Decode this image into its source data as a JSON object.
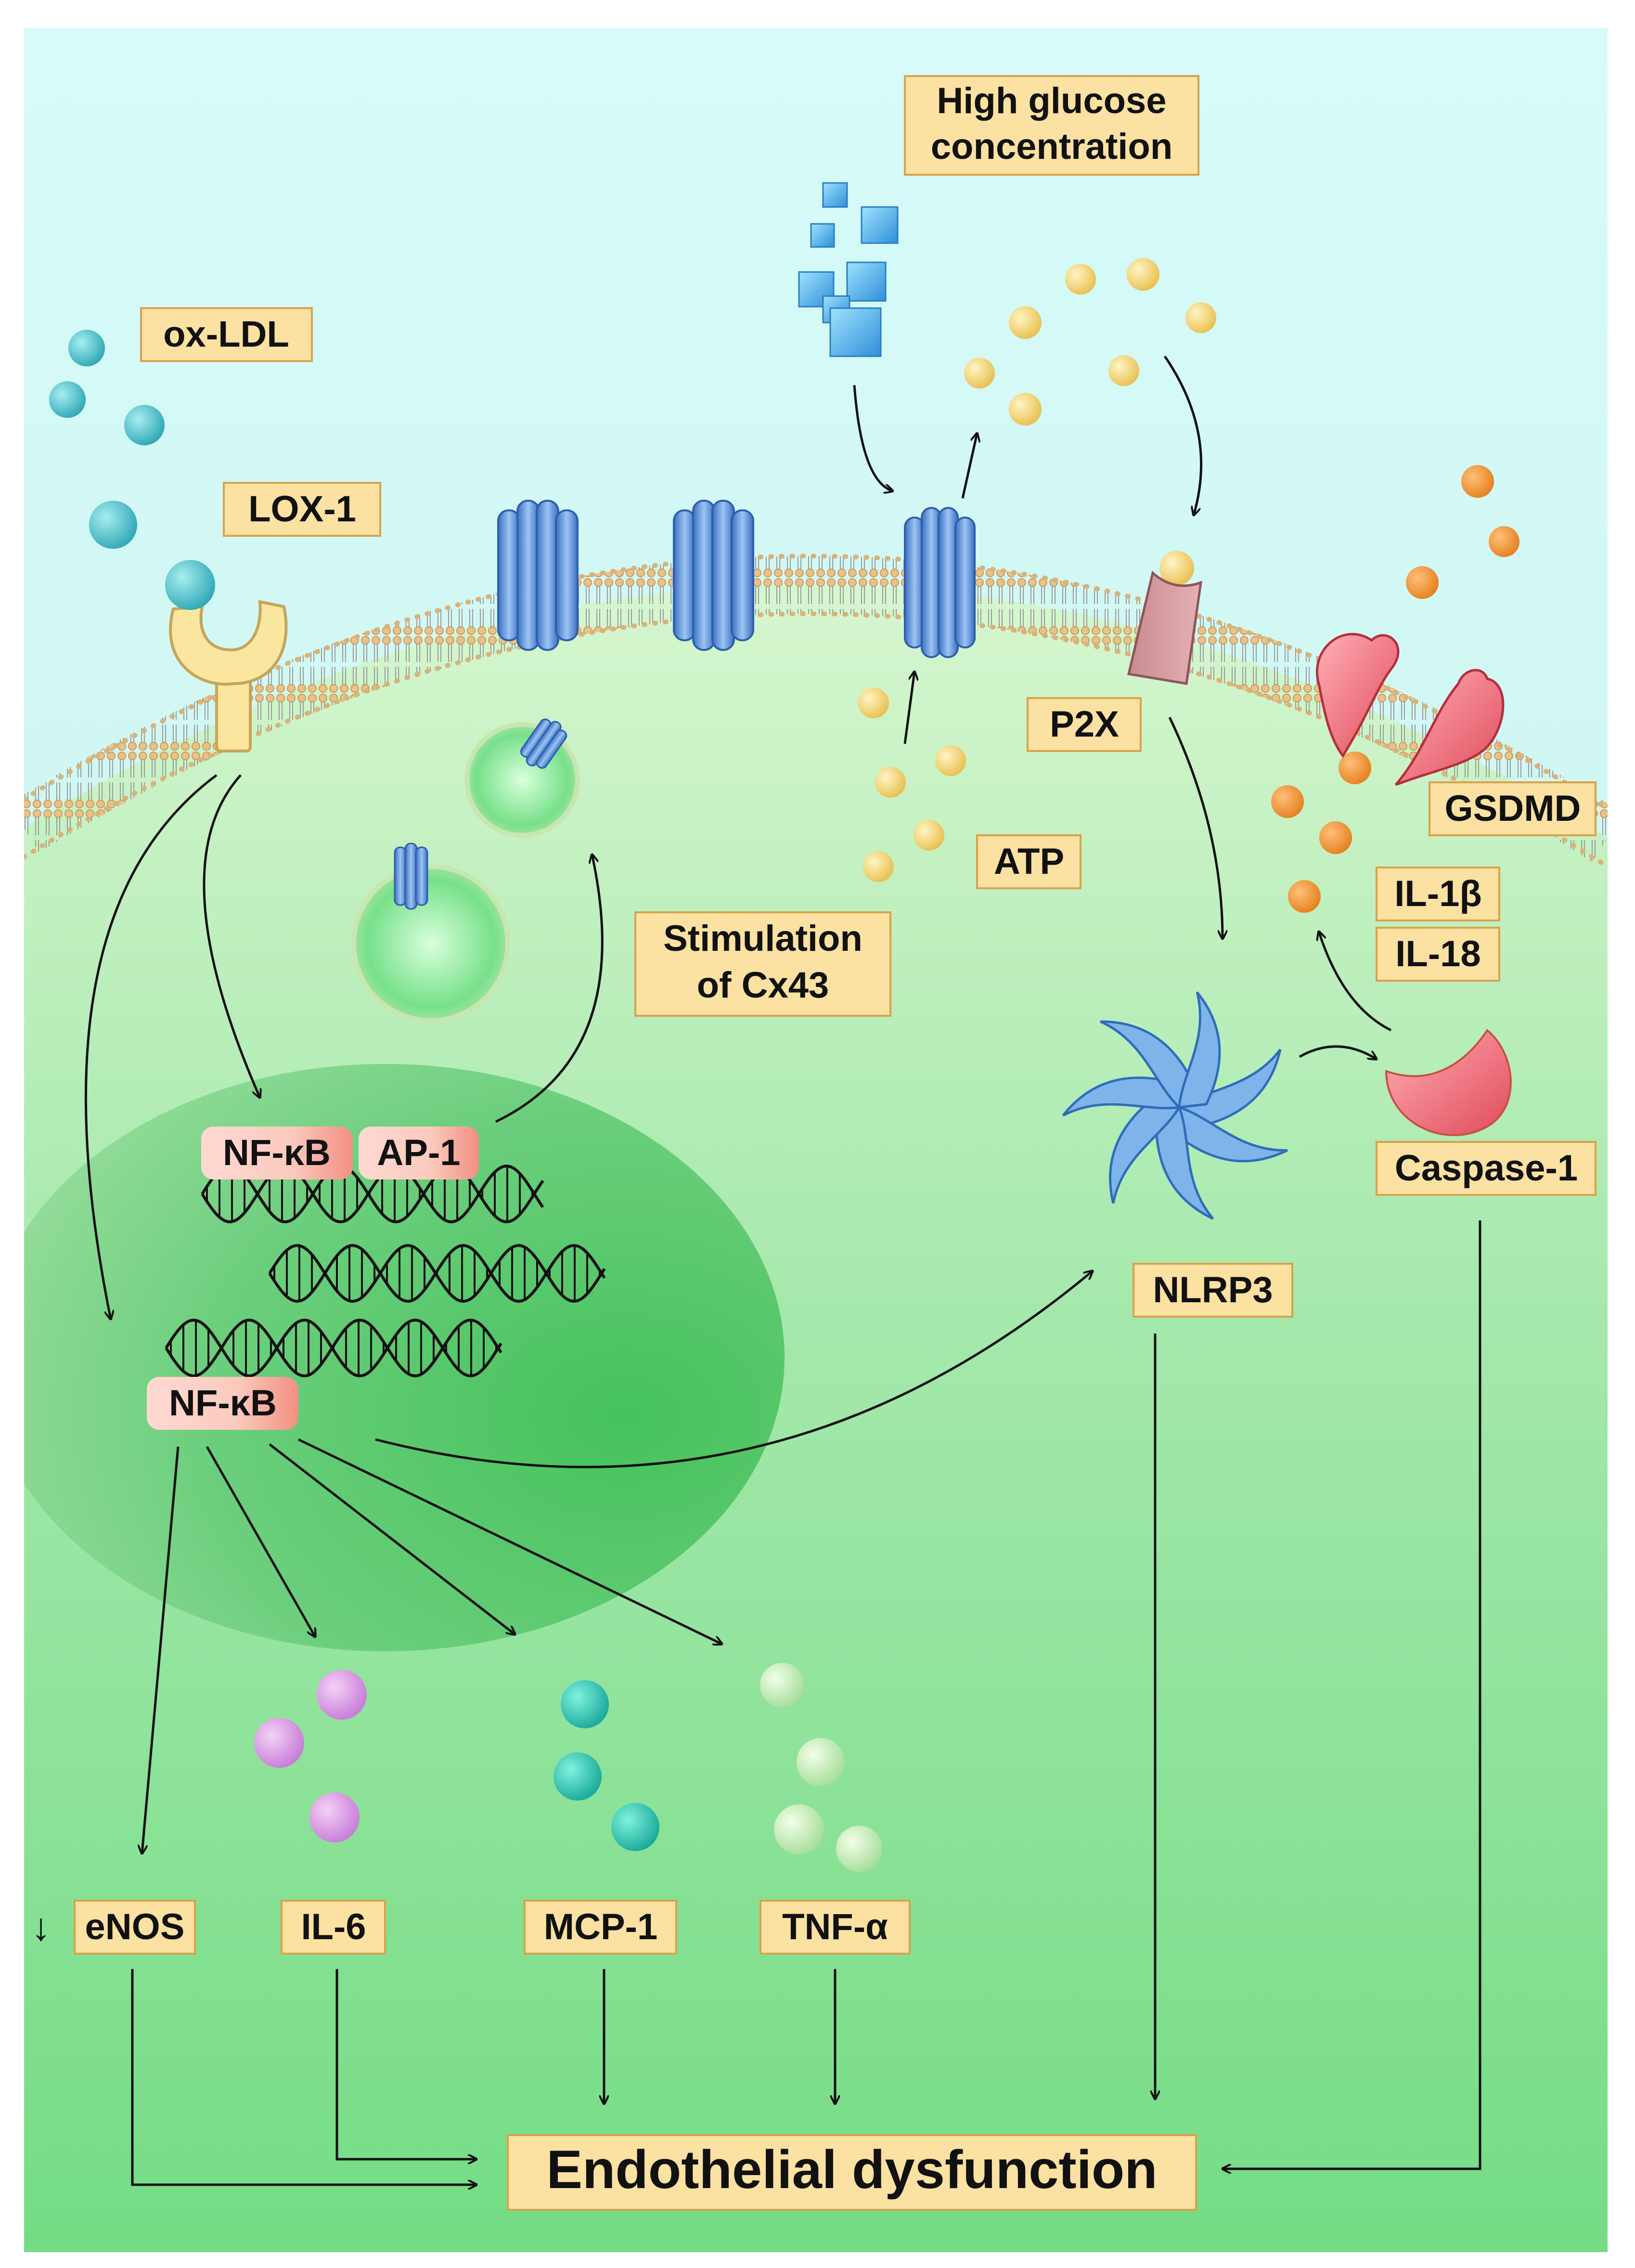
{
  "labels": {
    "high_glucose_line1": "High glucose",
    "high_glucose_line2": "concentration",
    "ox_ldl": "ox-LDL",
    "lox1": "LOX-1",
    "p2x": "P2X",
    "gsdmd": "GSDMD",
    "atp": "ATP",
    "il1b": "IL-1β",
    "il18": "IL-18",
    "stim_line1": "Stimulation",
    "stim_line2": "of Cx43",
    "nfkb_top": "NF-κB",
    "ap1": "AP-1",
    "nfkb_bottom": "NF-κB",
    "nlrp3": "NLRP3",
    "caspase1": "Caspase-1",
    "enos": "eNOS",
    "enos_arrow": "↓",
    "il6": "IL-6",
    "mcp1": "MCP-1",
    "tnfa": "TNF-α",
    "endo": "Endothelial dysfunction"
  },
  "icons": [
    "glucose-cube-icon",
    "ox-ldl-particle-icon",
    "lox1-receptor-icon",
    "cx43-channel-icon",
    "vesicle-icon",
    "atp-particle-icon",
    "p2x-receptor-icon",
    "gsdmd-pore-icon",
    "il-particle-icon",
    "nlrp3-icon",
    "caspase1-icon",
    "dna-icon",
    "cytokine-particle-icon"
  ],
  "colors": {
    "extracellular": "#d5fbf6",
    "cytoplasm": "#b3ecb7",
    "nucleus": "#5fcb74",
    "label_box": "#fbe1a2",
    "label_border": "#d8a24c",
    "tf_box": "#fbd0c7",
    "channel_blue": "#5b8fd4",
    "caspase_red": "#e66b6b"
  }
}
